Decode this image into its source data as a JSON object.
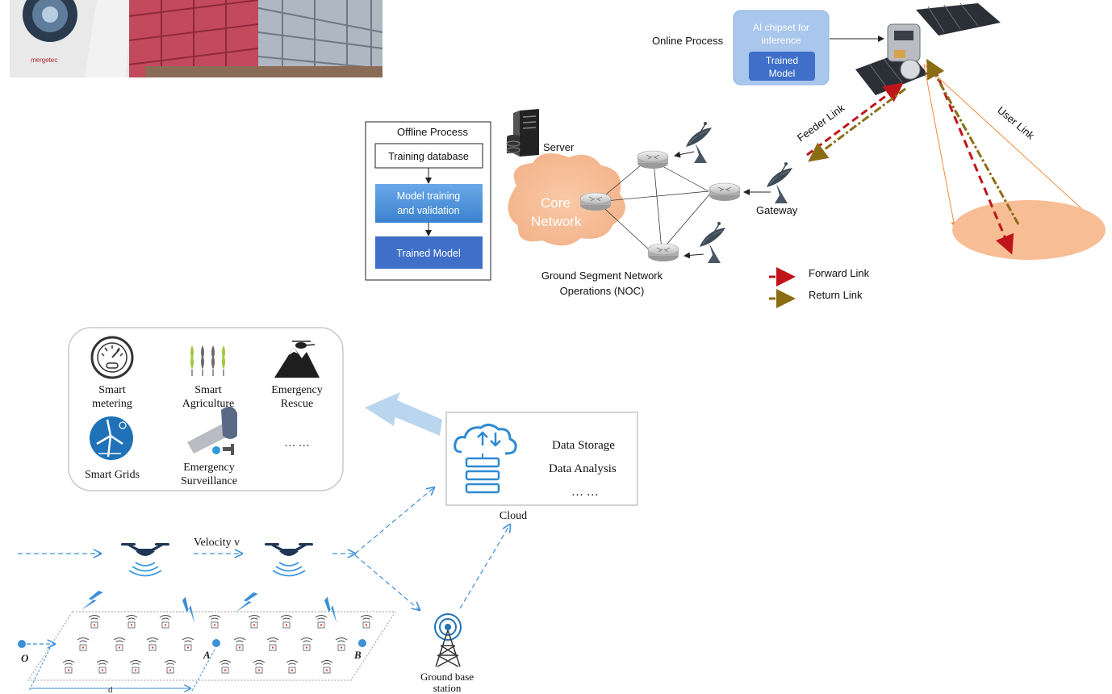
{
  "photo": {
    "brand": "mergetec"
  },
  "satellite_diagram": {
    "online_process_label": "Online Process",
    "ai_chipset_line1": "AI chipset for",
    "ai_chipset_line2": "inference",
    "online_trained_line1": "Trained",
    "online_trained_line2": "Model",
    "offline_process_title": "Offline Process",
    "training_database": "Training database",
    "model_training_line1": "Model training",
    "model_training_line2": "and validation",
    "offline_trained_model": "Trained Model",
    "server_label": "Server",
    "core_network_line1": "Core",
    "core_network_line2": "Network",
    "gateway_label": "Gateway",
    "noc_line1": "Ground Segment Network",
    "noc_line2": "Operations (NOC)",
    "feeder_link": "Feeder Link",
    "user_link": "User Link",
    "legend": [
      {
        "label": "Forward Link",
        "color": "#c0141b"
      },
      {
        "label": "Return Link",
        "color": "#8b6d14"
      }
    ]
  },
  "uav_diagram": {
    "applications": [
      {
        "line1": "Smart",
        "line2": "metering",
        "icon": "gauge-icon"
      },
      {
        "line1": "Smart",
        "line2": "Agriculture",
        "icon": "wheat-icon"
      },
      {
        "line1": "Emergency",
        "line2": "Rescue",
        "icon": "mountain-helicopter-icon"
      },
      {
        "line1": "Smart Grids",
        "line2": "",
        "icon": "wind-turbine-icon"
      },
      {
        "line1": "Emergency",
        "line2": "Surveillance",
        "icon": "cctv-camera-icon"
      },
      {
        "line1": "… …",
        "line2": "",
        "icon": ""
      }
    ],
    "cloud_items": [
      "Data Storage",
      "Data Analysis",
      "… …"
    ],
    "cloud_label": "Cloud",
    "velocity_label": "Velocity v",
    "ground_station_line1": "Ground base",
    "ground_station_line2": "station",
    "point_o": "O",
    "point_a": "A",
    "point_b": "B",
    "distance_label": "d",
    "colors": {
      "accent_blue": "#3d8fd6",
      "drone_dark": "#1f3554",
      "arrow_light": "#b9d6ee"
    }
  }
}
